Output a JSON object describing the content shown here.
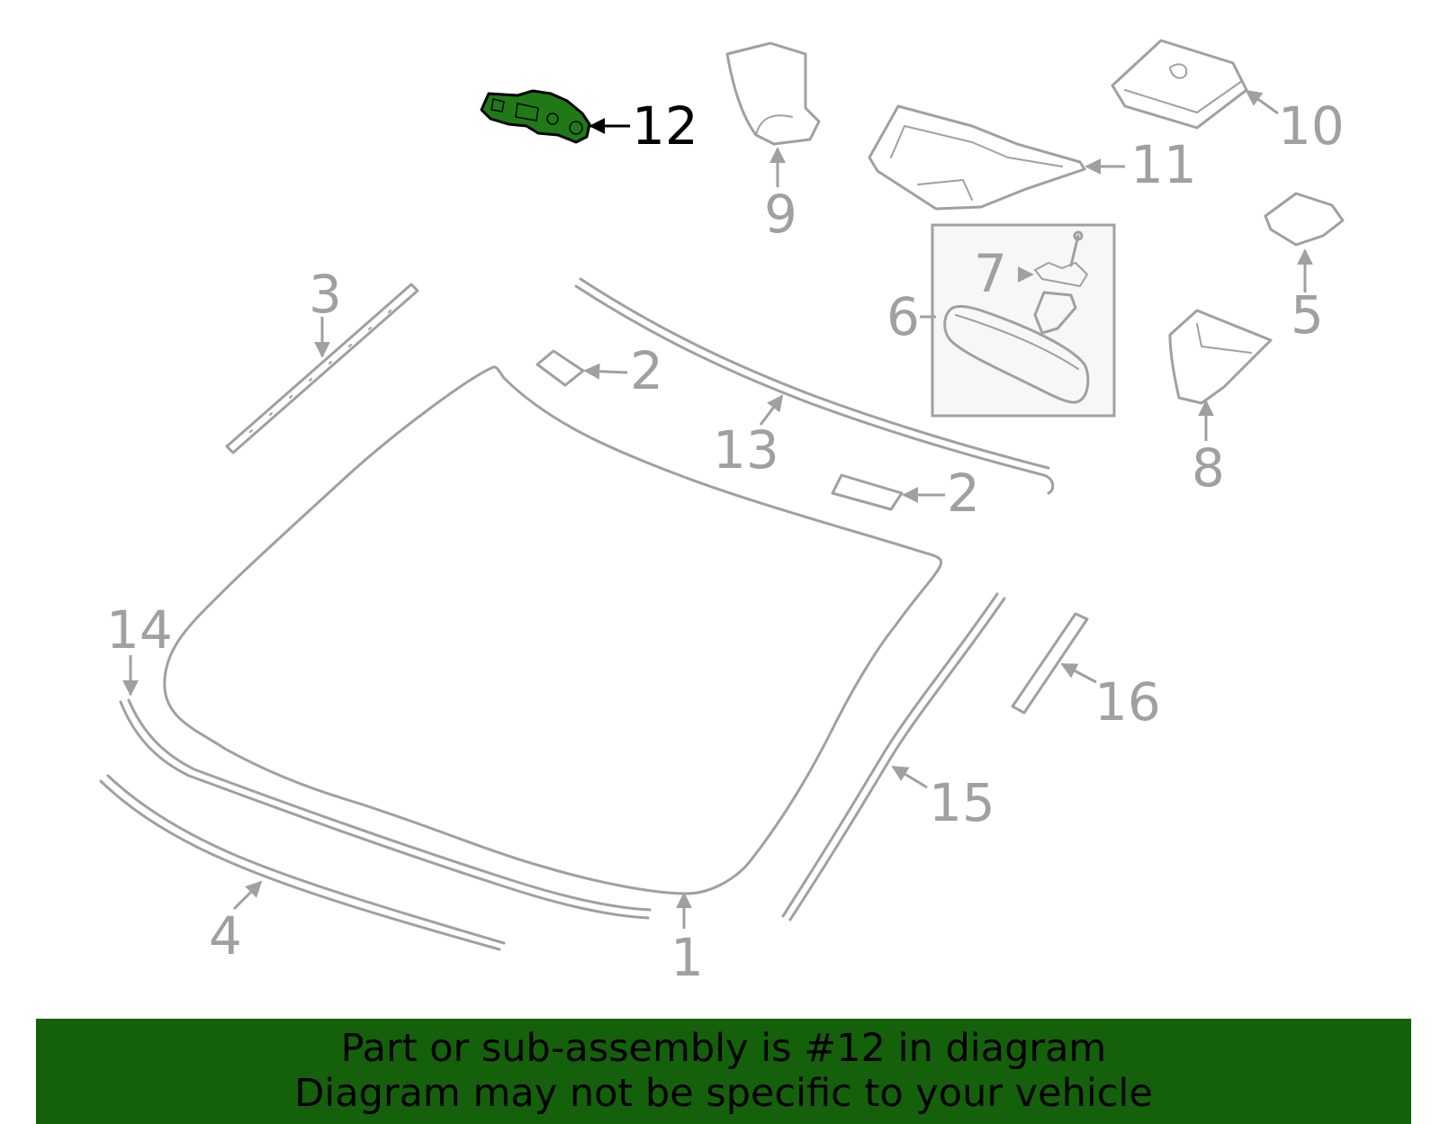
{
  "callouts": {
    "c1": "1",
    "c2a": "2",
    "c2b": "2",
    "c3": "3",
    "c4": "4",
    "c5": "5",
    "c6": "6",
    "c7": "7",
    "c8": "8",
    "c9": "9",
    "c10": "10",
    "c11": "11",
    "c12": "12",
    "c13": "13",
    "c14": "14",
    "c15": "15",
    "c16": "16"
  },
  "highlighted_part": "12",
  "colors": {
    "line_art": "#a0a0a0",
    "highlight_fill": "#1f7a16",
    "banner_background": "#15600b",
    "banner_text": "#000000"
  },
  "banner": {
    "line1": "Part or sub-assembly is #12 in diagram",
    "line2": "Diagram may not be specific to your vehicle"
  }
}
